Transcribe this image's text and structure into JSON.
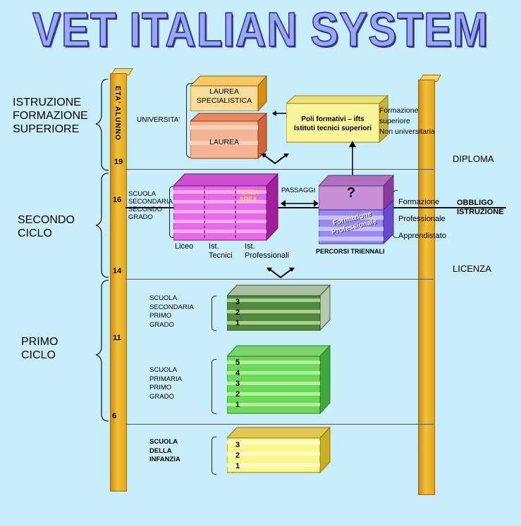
{
  "title": "VET ITALIAN SYSTEM",
  "left_labels": {
    "superiore": "ISTRUZIONE\nFORMAZIONE\nSUPERIORE",
    "secondo": "SECONDO\nCICLO",
    "primo": "PRIMO\nCICLO"
  },
  "age_axis": {
    "label": "ETA' ALUNNO",
    "ages": [
      "19",
      "16",
      "14",
      "11",
      "6"
    ]
  },
  "university": {
    "label": "UNIVERSITA'",
    "laurea_specialistica": "LAUREA\nSPECIALISTICA",
    "laurea": "LAUREA"
  },
  "poli": {
    "label": "Poli formativi – ifts\nIstituti tecnici superiori",
    "side_text": "Formazione\nsuperiore\nNon universitaria"
  },
  "right_labels": {
    "diploma": "DIPLOMA",
    "obbligo": "OBBLIGO\nISTRUZIONE",
    "licenza": "LICENZA",
    "formazione_prof": "Formazione\nProfessionale\nApprendistato"
  },
  "secondo_grado": {
    "label": "SCUOLA\nSECONDARIA\nSECONDO\nGRADO",
    "terza_area": "TERZA\nAREA",
    "passaggi": "PASSAGGI",
    "liceo": "Liceo",
    "tecnici": "Ist.\nTecnici",
    "professionali": "Ist.\nProfessionali"
  },
  "percorsi": {
    "question": "?",
    "formazione_professionale": "Formazione\nProfessionale",
    "label": "PERCORSI TRIENNALI"
  },
  "primo_grado": {
    "label": "SCUOLA\nSECONDARIA\nPRIMO\nGRADO",
    "years": [
      "3",
      "2",
      "1"
    ]
  },
  "primaria": {
    "label": "SCUOLA\nPRIMARIA\nPRIMO\nGRADO",
    "years": [
      "5",
      "4",
      "3",
      "2",
      "1"
    ]
  },
  "infanzia": {
    "label": "SCUOLA\nDELLA\nINFANZIA",
    "years": [
      "3",
      "2",
      "1"
    ]
  }
}
